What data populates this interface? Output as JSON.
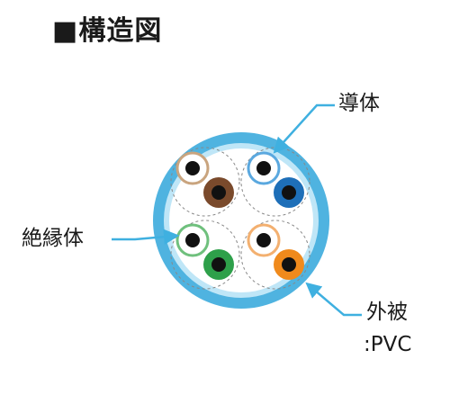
{
  "title": "■構造図",
  "labels": {
    "conductor": "導体",
    "insulator": "絶縁体",
    "sheath": "外被",
    "sheath_material": ":PVC"
  },
  "colors": {
    "sheath": "#4fb3e0",
    "sheath_fill": "#bfe6f7",
    "arrow": "#3fb0e0",
    "brown": "#7a4a2c",
    "blue": "#1e6fb8",
    "green": "#2ea04a",
    "orange": "#f08a1c",
    "conductor": "#111111"
  },
  "pairs": [
    {
      "name": "brown-pair",
      "color": "brown"
    },
    {
      "name": "blue-pair",
      "color": "blue"
    },
    {
      "name": "green-pair",
      "color": "green"
    },
    {
      "name": "orange-pair",
      "color": "orange"
    }
  ]
}
